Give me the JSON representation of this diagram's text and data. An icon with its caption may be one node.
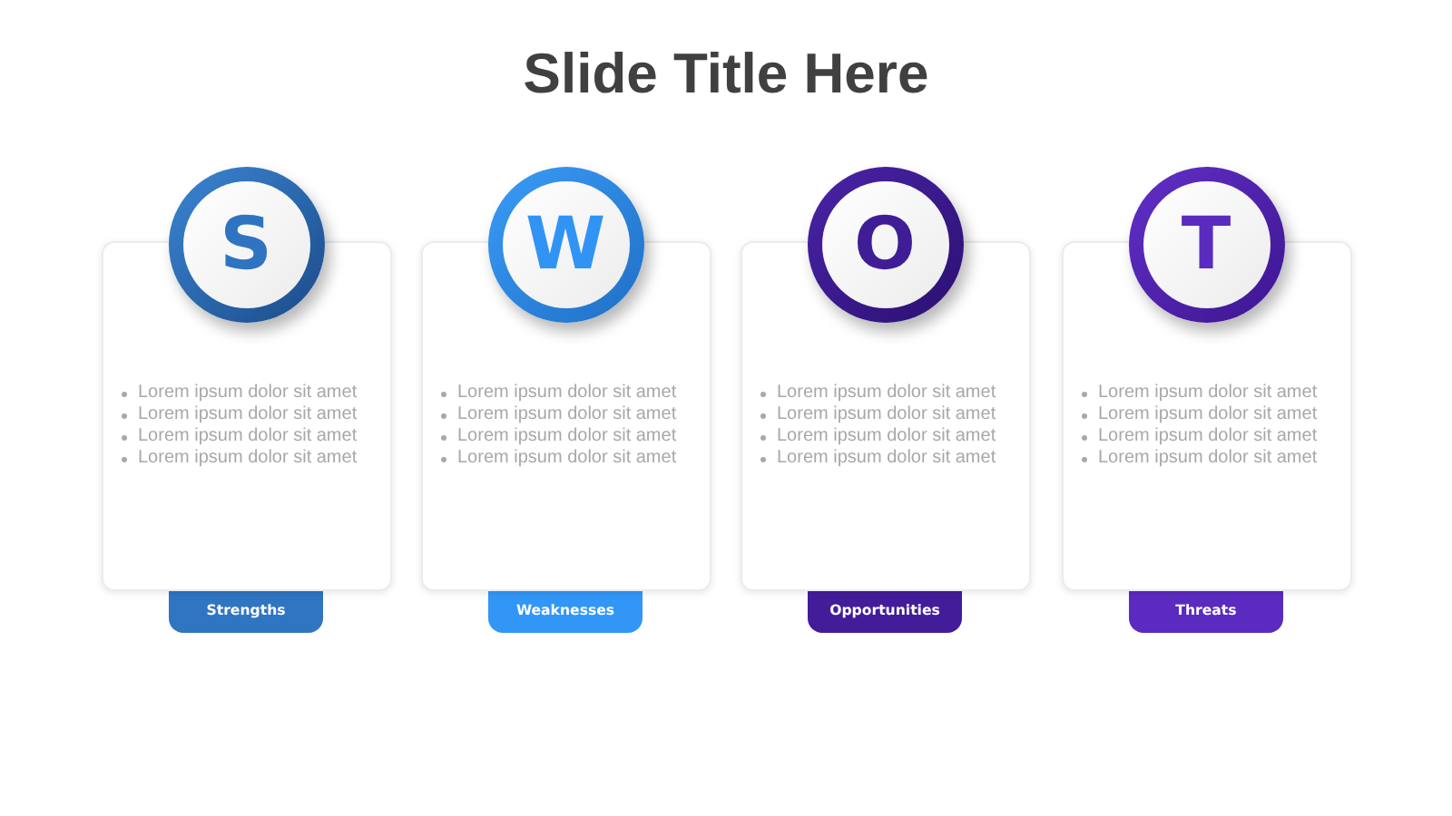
{
  "diagram": {
    "title": "Slide Title Here",
    "nodes": [
      {
        "text": [
          "S"
        ]
      },
      {
        "text": [
          "Lorem ipsum dolor sit amet",
          "Lorem ipsum dolor sit amet",
          "Lorem ipsum dolor sit amet",
          "Lorem ipsum dolor sit amet"
        ]
      },
      {
        "text": [
          "Strengths"
        ]
      },
      {
        "text": [
          "W"
        ]
      },
      {
        "text": [
          "Lorem ipsum dolor sit amet",
          "Lorem ipsum dolor sit amet",
          "Lorem ipsum dolor sit amet",
          "Lorem ipsum dolor sit amet"
        ]
      },
      {
        "text": [
          "Weaknesses"
        ]
      },
      {
        "text": [
          "O"
        ]
      },
      {
        "text": [
          "Lorem ipsum dolor sit amet",
          "Lorem ipsum dolor sit amet",
          "Lorem ipsum dolor sit amet",
          "Lorem ipsum dolor sit amet"
        ]
      },
      {
        "text": [
          "Opportunities"
        ]
      },
      {
        "text": [
          "T"
        ]
      },
      {
        "text": [
          "Lorem ipsum dolor sit amet",
          "Lorem ipsum dolor sit amet",
          "Lorem ipsum dolor sit amet",
          "Lorem ipsum dolor sit amet"
        ]
      },
      {
        "text": [
          "Threats"
        ]
      }
    ]
  }
}
